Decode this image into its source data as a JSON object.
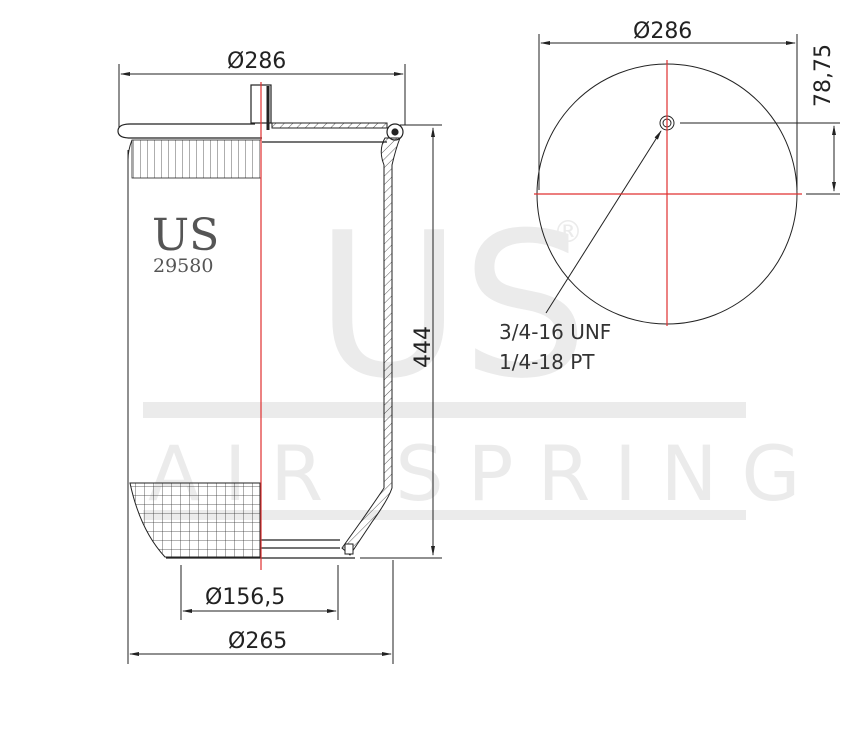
{
  "drawing": {
    "title": "Air spring technical drawing",
    "brand": {
      "logo_text": "US",
      "part_number": "29580"
    },
    "watermark": {
      "logo_text": "US",
      "registered_mark": "®",
      "tagline": "AIR SPRING",
      "color": "#ebebeb"
    },
    "side_view": {
      "top_diameter_label": "Ø286",
      "height_label": "444",
      "piston_diameter_label": "Ø156,5",
      "bottom_diameter_label": "Ø265"
    },
    "top_view": {
      "diameter_label": "Ø286",
      "offset_label": "78,75",
      "thread_notes": [
        "3/4-16 UNF",
        "1/4-18 PT"
      ]
    },
    "colors": {
      "line": "#222222",
      "centerline": "#e03030",
      "text": "#333333"
    }
  }
}
